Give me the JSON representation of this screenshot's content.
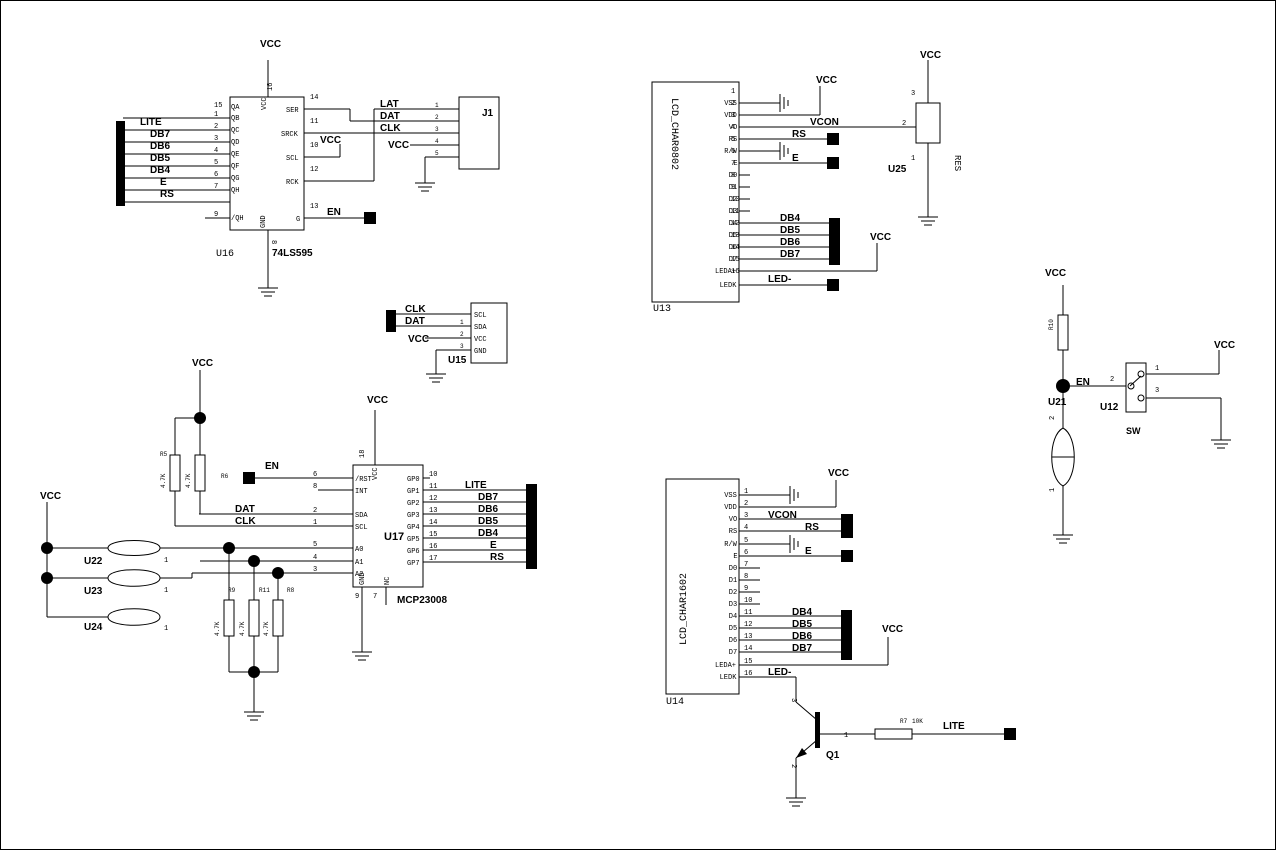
{
  "nets": {
    "vcc": "VCC",
    "lite": "LITE",
    "db7": "DB7",
    "db6": "DB6",
    "db5": "DB5",
    "db4": "DB4",
    "e": "E",
    "rs": "RS",
    "en": "EN",
    "lat": "LAT",
    "dat": "DAT",
    "clk": "CLK",
    "vcon": "VCON",
    "led_minus": "LED-"
  },
  "u16": {
    "ref": "U16",
    "part": "74LS595",
    "pins_left": [
      {
        "num": "15",
        "name": "QA"
      },
      {
        "num": "1",
        "name": "QB"
      },
      {
        "num": "2",
        "name": "QC"
      },
      {
        "num": "3",
        "name": "QD"
      },
      {
        "num": "4",
        "name": "QE"
      },
      {
        "num": "5",
        "name": "QF"
      },
      {
        "num": "6",
        "name": "QG"
      },
      {
        "num": "7",
        "name": "QH"
      },
      {
        "num": "9",
        "name": "/QH"
      }
    ],
    "pins_right": [
      {
        "num": "14",
        "name": "SER"
      },
      {
        "num": "11",
        "name": "SRCK"
      },
      {
        "num": "10",
        "name": "SCL"
      },
      {
        "num": "12",
        "name": "RCK"
      },
      {
        "num": "13",
        "name": "G"
      }
    ],
    "vcc_pin": {
      "num": "16",
      "name": "VCC"
    },
    "gnd_pin": {
      "num": "8",
      "name": "GND"
    }
  },
  "j1": {
    "ref": "J1",
    "pins": [
      "1",
      "2",
      "3",
      "4",
      "5"
    ]
  },
  "u15": {
    "ref": "U15",
    "pins": [
      {
        "num": "",
        "name": "SCL"
      },
      {
        "num": "1",
        "name": "SDA"
      },
      {
        "num": "2",
        "name": "VCC"
      },
      {
        "num": "3",
        "name": "GND"
      }
    ]
  },
  "u17": {
    "ref": "U17",
    "part": "MCP23008",
    "pins_left": [
      {
        "num": "6",
        "name": "/RST"
      },
      {
        "num": "8",
        "name": "INT"
      },
      {
        "num": "2",
        "name": "SDA"
      },
      {
        "num": "1",
        "name": "SCL"
      },
      {
        "num": "5",
        "name": "A0"
      },
      {
        "num": "4",
        "name": "A1"
      },
      {
        "num": "3",
        "name": "A2"
      }
    ],
    "pins_right": [
      {
        "num": "10",
        "name": "GP0"
      },
      {
        "num": "11",
        "name": "GP1"
      },
      {
        "num": "12",
        "name": "GP2"
      },
      {
        "num": "13",
        "name": "GP3"
      },
      {
        "num": "14",
        "name": "GP4"
      },
      {
        "num": "15",
        "name": "GP5"
      },
      {
        "num": "16",
        "name": "GP6"
      },
      {
        "num": "17",
        "name": "GP7"
      }
    ],
    "vcc_pin": {
      "num": "18",
      "name": "VCC"
    },
    "gnd_pin": {
      "num": "9",
      "name": "GND"
    },
    "nc_pin": {
      "num": "7",
      "name": "NC"
    }
  },
  "resistors_i2c": [
    {
      "ref": "R5",
      "value": "4.7K"
    },
    {
      "ref": "R6",
      "value": "4.7K"
    }
  ],
  "resistors_addr": [
    {
      "ref": "R9",
      "value": "4.7K"
    },
    {
      "ref": "R11",
      "value": "4.7K"
    },
    {
      "ref": "R8",
      "value": "4.7K"
    }
  ],
  "jumpers": [
    {
      "ref": "U22",
      "pin": "1"
    },
    {
      "ref": "U23",
      "pin": "1"
    },
    {
      "ref": "U24",
      "pin": "1"
    }
  ],
  "u13": {
    "ref": "U13",
    "part": "LCD_CHAR0802",
    "pins": [
      {
        "num": "1",
        "name": "VSS"
      },
      {
        "num": "2",
        "name": "VDD"
      },
      {
        "num": "3",
        "name": "VO"
      },
      {
        "num": "4",
        "name": "RS"
      },
      {
        "num": "5",
        "name": "R/W"
      },
      {
        "num": "6",
        "name": "E"
      },
      {
        "num": "7",
        "name": "D0"
      },
      {
        "num": "8",
        "name": "D1"
      },
      {
        "num": "9",
        "name": "D2"
      },
      {
        "num": "10",
        "name": "D3"
      },
      {
        "num": "11",
        "name": "D4"
      },
      {
        "num": "12",
        "name": "D5"
      },
      {
        "num": "13",
        "name": "D6"
      },
      {
        "num": "14",
        "name": "D7"
      },
      {
        "num": "15",
        "name": "LEDA+"
      },
      {
        "num": "16",
        "name": "LEDK"
      }
    ]
  },
  "u13_pin_labels": [
    "1",
    "2",
    "3",
    "4",
    "5",
    "6",
    "7",
    "8",
    "9",
    "10",
    "11",
    "12",
    "13",
    "14",
    "15",
    "16"
  ],
  "u13_pin_names": [
    "",
    "VSS",
    "VDD",
    "VO",
    "RS",
    "R/W",
    "E",
    "D0",
    "D1",
    "D2",
    "D3",
    "D4",
    "D5",
    "D6",
    "D7",
    "LEDA+",
    "LEDK"
  ],
  "u25": {
    "ref": "U25",
    "name": "RES",
    "pins": [
      "3",
      "2",
      "1"
    ]
  },
  "u21": {
    "ref": "U21",
    "part": "R10",
    "pins": [
      "2",
      "1"
    ]
  },
  "u12": {
    "ref": "U12",
    "name": "SW",
    "pins": [
      "1",
      "2",
      "3"
    ]
  },
  "u14": {
    "ref": "U14",
    "part": "LCD_CHAR1602",
    "pin_nums": [
      "1",
      "2",
      "3",
      "4",
      "5",
      "6",
      "7",
      "8",
      "9",
      "10",
      "11",
      "12",
      "13",
      "14",
      "15",
      "16"
    ],
    "pin_names": [
      "VSS",
      "VDD",
      "VO",
      "RS",
      "R/W",
      "E",
      "D0",
      "D1",
      "D2",
      "D3",
      "D4",
      "D5",
      "D6",
      "D7",
      "LEDA+",
      "LEDK"
    ]
  },
  "q1": {
    "ref": "Q1",
    "pins": [
      "3",
      "1",
      "2"
    ]
  },
  "r7": {
    "ref": "R7",
    "value": "10K"
  }
}
